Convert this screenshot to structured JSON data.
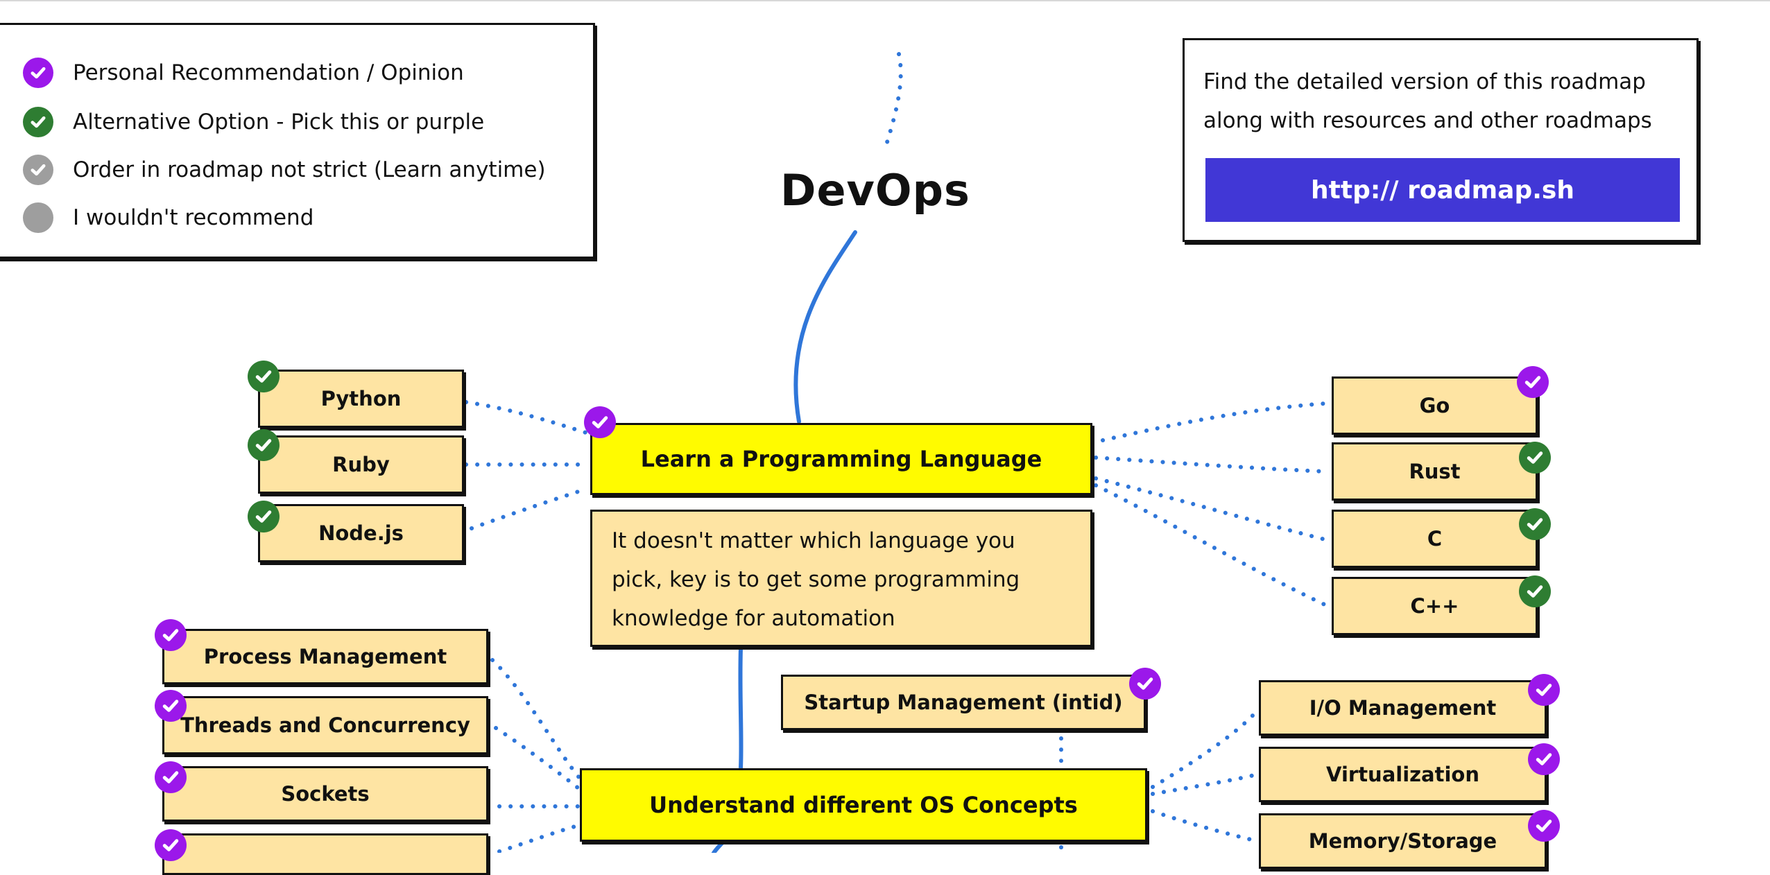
{
  "title": "DevOps",
  "colors": {
    "recommend": "#9b18ea",
    "alternative": "#2e7d32",
    "not_strict": "#9e9e9e",
    "not_recommend": "#9e9e9e",
    "node_fill": "#fee4a3",
    "main_fill": "#fffb00",
    "link_button": "#4137d6",
    "edge": "#2f76d9"
  },
  "legend": {
    "items": [
      {
        "icon": "check-circle-purple-icon",
        "label": "Personal Recommendation / Opinion"
      },
      {
        "icon": "check-circle-green-icon",
        "label": "Alternative Option - Pick this or purple"
      },
      {
        "icon": "check-circle-grey-icon",
        "label": "Order in roadmap not strict (Learn anytime)"
      },
      {
        "icon": "grey-circle-icon",
        "label": "I wouldn't recommend"
      }
    ]
  },
  "info": {
    "line1": "Find the detailed version of this roadmap",
    "line2": "along with resources and other roadmaps",
    "link": "http:// roadmap.sh"
  },
  "nodes": {
    "learn_programming": {
      "label": "Learn a Programming Language",
      "badge": "recommend"
    },
    "programming_note": {
      "line1": "It doesn't matter which language you",
      "line2": "pick, key is to get some programming",
      "line3": "knowledge for automation"
    },
    "python": {
      "label": "Python",
      "badge": "alternative"
    },
    "ruby": {
      "label": "Ruby",
      "badge": "alternative"
    },
    "nodejs": {
      "label": "Node.js",
      "badge": "alternative"
    },
    "go": {
      "label": "Go",
      "badge": "recommend"
    },
    "rust": {
      "label": "Rust",
      "badge": "alternative"
    },
    "c": {
      "label": "C",
      "badge": "alternative"
    },
    "cpp": {
      "label": "C++",
      "badge": "alternative"
    },
    "os_concepts": {
      "label": "Understand different OS Concepts"
    },
    "process_management": {
      "label": "Process Management",
      "badge": "recommend"
    },
    "threads": {
      "label": "Threads and Concurrency",
      "badge": "recommend"
    },
    "sockets": {
      "label": "Sockets",
      "badge": "recommend"
    },
    "startup_management": {
      "label": "Startup Management (intid)",
      "badge": "recommend"
    },
    "io_management": {
      "label": "I/O Management",
      "badge": "recommend"
    },
    "virtualization": {
      "label": "Virtualization",
      "badge": "recommend"
    },
    "memory_storage": {
      "label": "Memory/Storage",
      "badge": "recommend"
    }
  }
}
